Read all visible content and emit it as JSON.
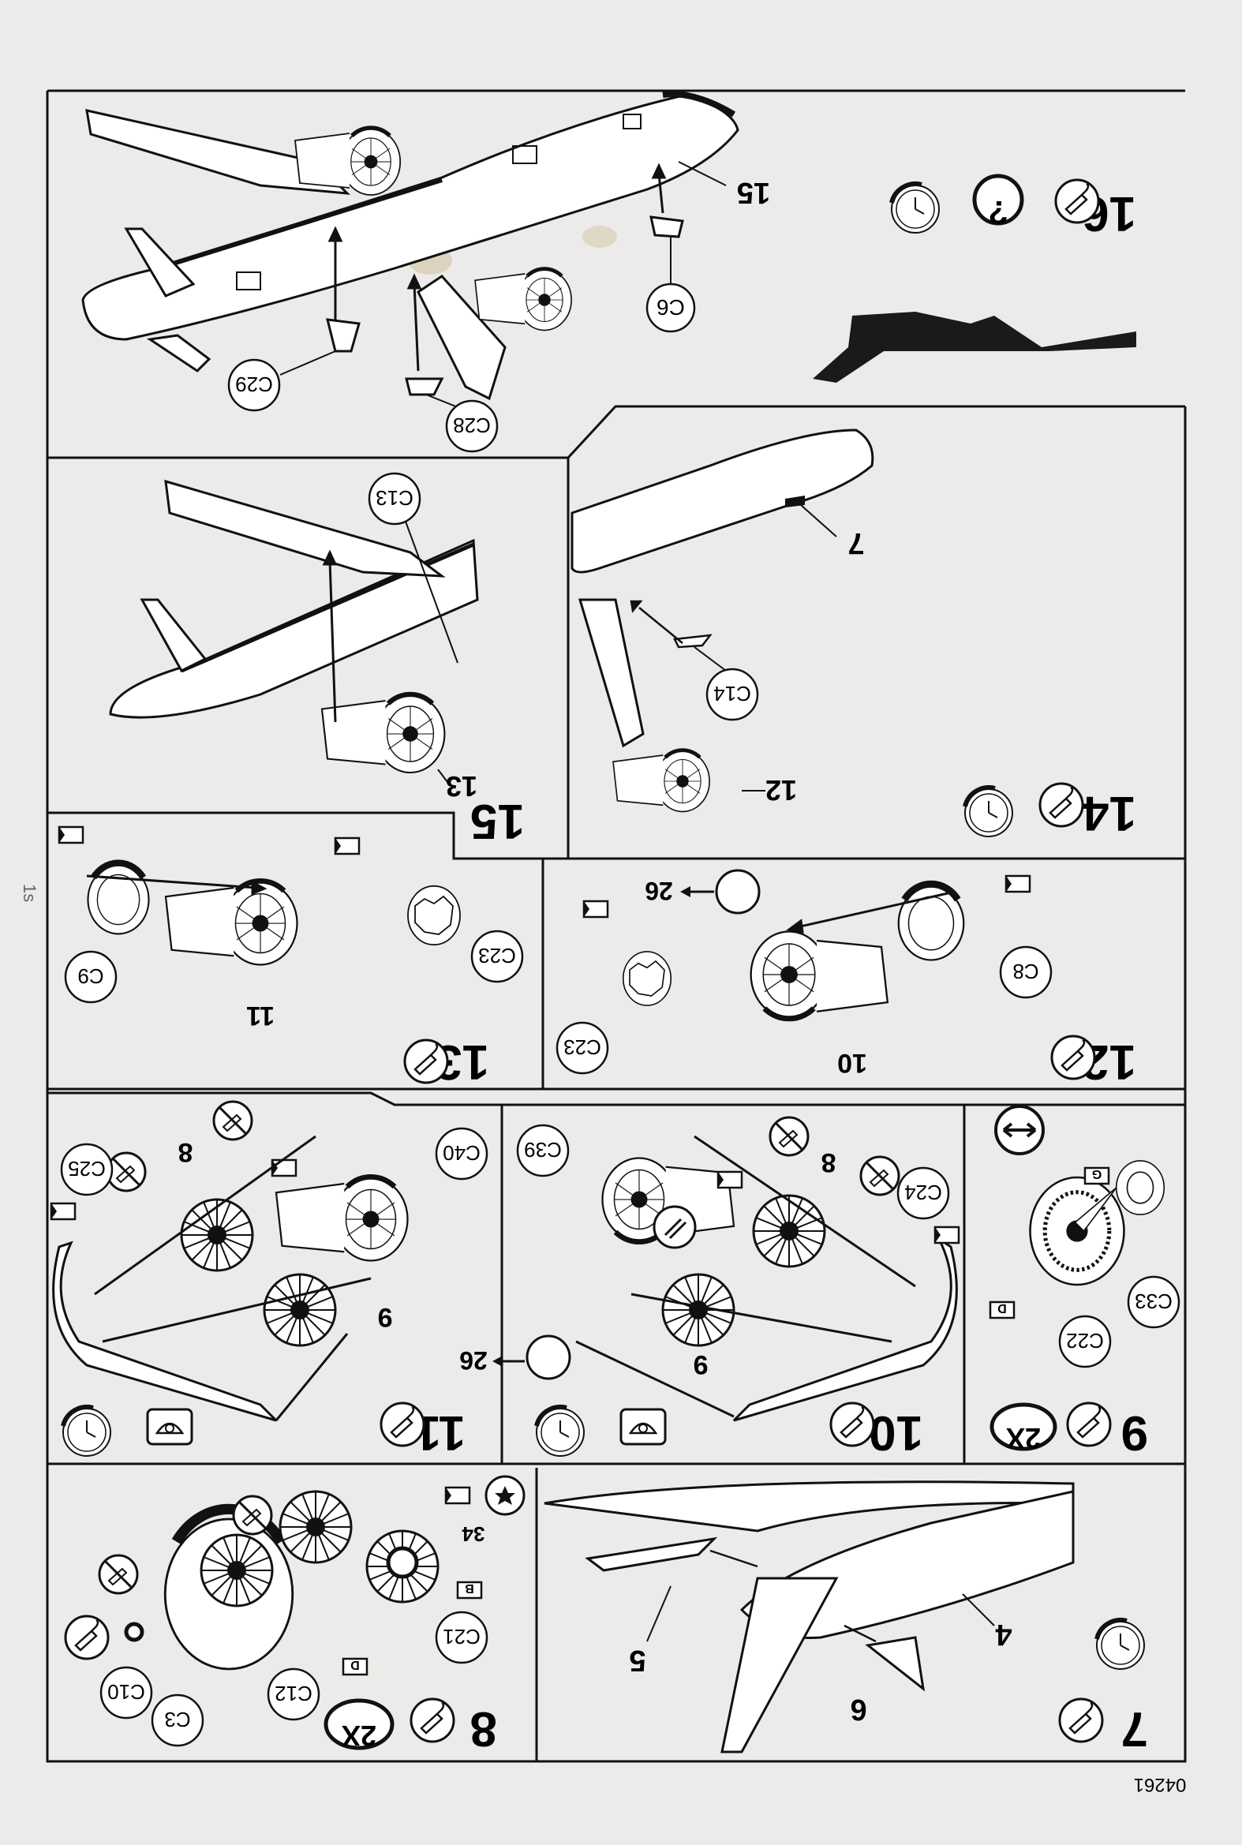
{
  "document": {
    "title": "Assembly instructions sheet (scanned, upside down)",
    "catalog_number": "04261",
    "wing_tip_note": "1s"
  },
  "steps": [
    {
      "number": "16",
      "callouts": [
        "15",
        "C6",
        "C29",
        "C28"
      ],
      "note": "?"
    },
    {
      "number": "15",
      "callouts": [
        "C13",
        "13"
      ]
    },
    {
      "number": "14",
      "callouts": [
        "7",
        "C14",
        "12"
      ]
    },
    {
      "number": "13",
      "callouts": [
        "C9",
        "C23",
        "11",
        "E",
        "E"
      ]
    },
    {
      "number": "12",
      "callouts": [
        "C8",
        "C23",
        "10",
        "26",
        "E",
        "E"
      ]
    },
    {
      "number": "11",
      "callouts": [
        "C40",
        "C25",
        "8",
        "9",
        "E",
        "E"
      ]
    },
    {
      "number": "10",
      "callouts": [
        "C39",
        "C24",
        "8",
        "9",
        "26",
        "E",
        "E"
      ]
    },
    {
      "number": "9",
      "callouts": [
        "C33",
        "C22",
        "G",
        "D"
      ],
      "quantity": "2X"
    },
    {
      "number": "8",
      "callouts": [
        "C3",
        "C10",
        "C12",
        "C21",
        "34",
        "B",
        "D",
        "E"
      ],
      "quantity": "2X"
    },
    {
      "number": "7",
      "callouts": [
        "4",
        "5",
        "6"
      ]
    }
  ],
  "icons": {
    "glue": "glue-tube-icon",
    "no_glue": "no-glue-icon",
    "clock": "drying-time-clock-icon",
    "decal": "decal-icon",
    "help": "question-icon",
    "stand": "stand-icon",
    "double_arrow": "double-arrow-icon"
  },
  "colors": {
    "paper": "#ecebe9",
    "ink": "#111111",
    "stain": "#c9b58a"
  }
}
